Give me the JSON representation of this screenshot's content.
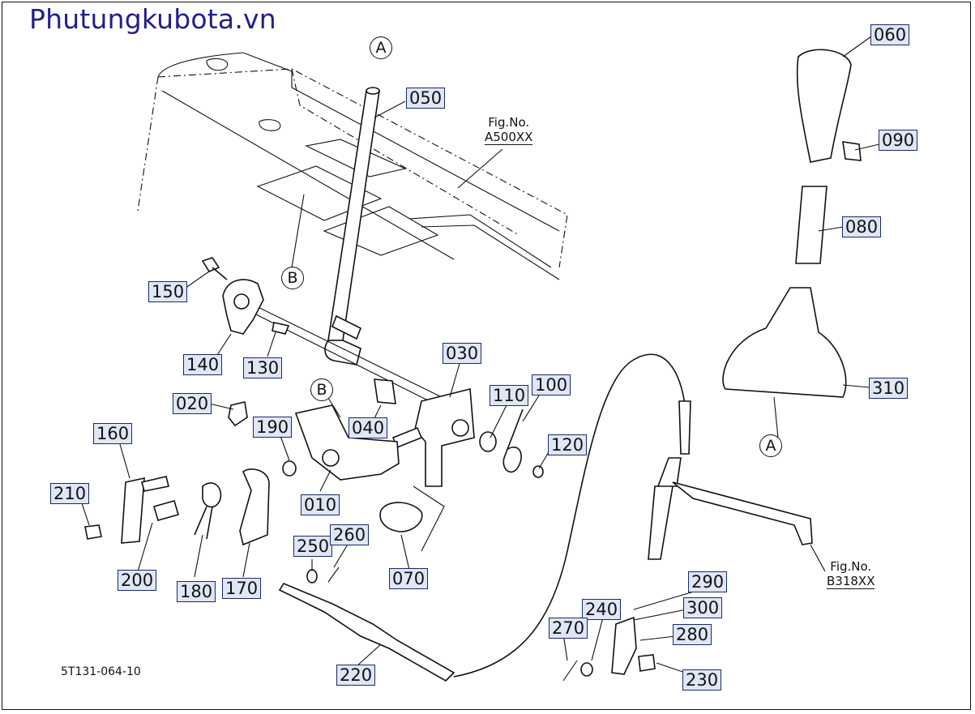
{
  "watermark": "Phutungkubota.vn",
  "drawing_code": "5T131-064-10",
  "ref_markers": [
    "A",
    "B",
    "B",
    "A"
  ],
  "figure_refs": [
    {
      "line1": "Fig.No.",
      "line2": "A500XX"
    },
    {
      "line1": "Fig.No.",
      "line2": "B318XX"
    }
  ],
  "part_labels": [
    "060",
    "050",
    "090",
    "080",
    "150",
    "140",
    "130",
    "030",
    "110",
    "100",
    "310",
    "020",
    "190",
    "040",
    "120",
    "160",
    "210",
    "010",
    "070",
    "250",
    "260",
    "200",
    "180",
    "170",
    "290",
    "240",
    "300",
    "270",
    "280",
    "220",
    "230"
  ]
}
